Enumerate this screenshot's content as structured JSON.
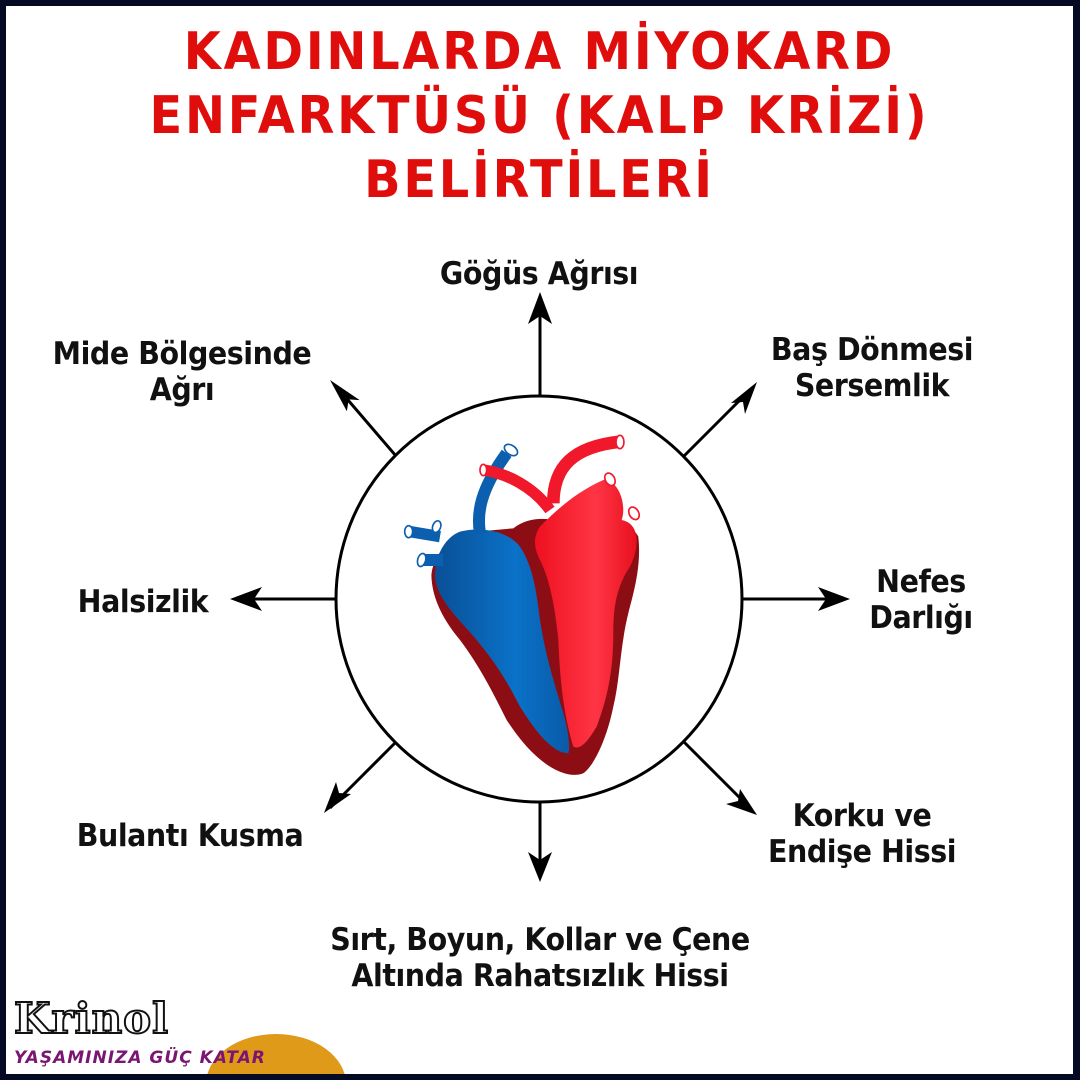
{
  "title": {
    "lines": [
      "KADINLARDA MİYOKARD",
      "ENFARKTÜSÜ (KALP KRİZİ)",
      "BELİRTİLERİ"
    ],
    "color": "#e00d0d"
  },
  "symptoms": {
    "top": [
      "Göğüs Ağrısı"
    ],
    "top_right": [
      "Baş Dönmesi",
      "Sersemlik"
    ],
    "right": [
      "Nefes",
      "Darlığı"
    ],
    "bottom_right": [
      "Korku ve",
      "Endişe Hissi"
    ],
    "bottom": [
      "Sırt, Boyun, Kollar ve Çene",
      "Altında Rahatsızlık Hissi"
    ],
    "bottom_left": [
      "Bulantı Kusma"
    ],
    "left": [
      "Halsizlik"
    ],
    "top_left": [
      "Mide Bölgesinde",
      "Ağrı"
    ]
  },
  "center_image": "heart-anatomy-illustration",
  "colors": {
    "frame": "#050a24",
    "deoxygenated": "#0b62b4",
    "oxygenated": "#f0182a",
    "muscle": "#8c0e14"
  },
  "logo": {
    "name": "Krinol",
    "slogan": "YAŞAMINIZA GÜÇ KATAR"
  }
}
